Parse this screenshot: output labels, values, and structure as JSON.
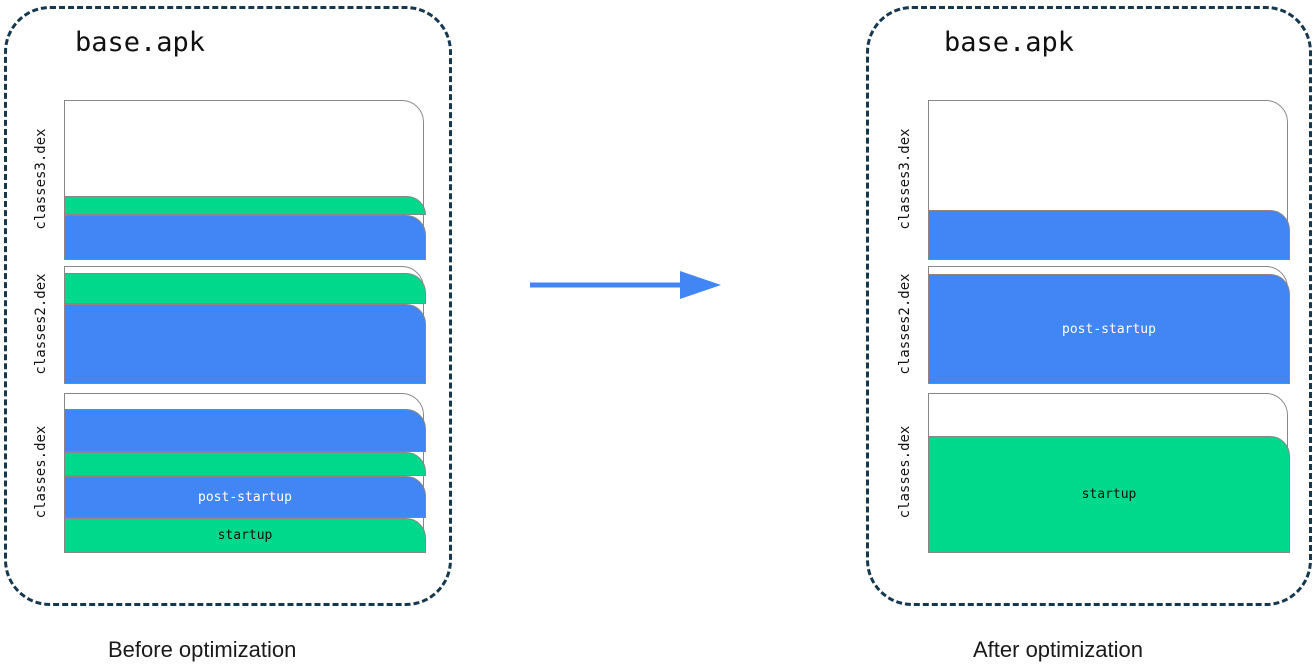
{
  "diagram": {
    "title": "APK dex layout before and after startup profile optimization",
    "colors": {
      "startup": "#00d98c",
      "post_startup": "#4285f4",
      "unused": "#ffffff",
      "panel_border": "#15384f",
      "block_border": "#878787",
      "arrow": "#4285f4"
    },
    "arrow_icon": "right-arrow-icon"
  },
  "before": {
    "caption": "Before optimization",
    "apk_title": "base.apk",
    "dex_files": [
      {
        "label": "classes3.dex",
        "bands": [
          {
            "kind": "unused",
            "text": "",
            "share": 0.6
          },
          {
            "kind": "startup",
            "text": "",
            "share": 0.12
          },
          {
            "kind": "post-startup",
            "text": "",
            "share": 0.28
          }
        ]
      },
      {
        "label": "classes2.dex",
        "bands": [
          {
            "kind": "unused",
            "text": "",
            "share": 0.06
          },
          {
            "kind": "startup",
            "text": "",
            "share": 0.26
          },
          {
            "kind": "post-startup",
            "text": "",
            "share": 0.68
          }
        ]
      },
      {
        "label": "classes.dex",
        "bands": [
          {
            "kind": "unused",
            "text": "",
            "share": 0.1
          },
          {
            "kind": "post-startup",
            "text": "",
            "share": 0.27
          },
          {
            "kind": "startup",
            "text": "",
            "share": 0.15
          },
          {
            "kind": "post-startup",
            "text": "post-startup",
            "share": 0.26
          },
          {
            "kind": "startup",
            "text": "startup",
            "share": 0.22
          }
        ]
      }
    ]
  },
  "after": {
    "caption": "After optimization",
    "apk_title": "base.apk",
    "dex_files": [
      {
        "label": "classes3.dex",
        "bands": [
          {
            "kind": "unused",
            "text": "",
            "share": 0.69
          },
          {
            "kind": "post-startup",
            "text": "",
            "share": 0.31
          }
        ]
      },
      {
        "label": "classes2.dex",
        "bands": [
          {
            "kind": "unused",
            "text": "",
            "share": 0.07
          },
          {
            "kind": "post-startup",
            "text": "post-startup",
            "share": 0.93
          }
        ]
      },
      {
        "label": "classes.dex",
        "bands": [
          {
            "kind": "unused",
            "text": "",
            "share": 0.27
          },
          {
            "kind": "startup",
            "text": "startup",
            "share": 0.73
          }
        ]
      }
    ]
  }
}
